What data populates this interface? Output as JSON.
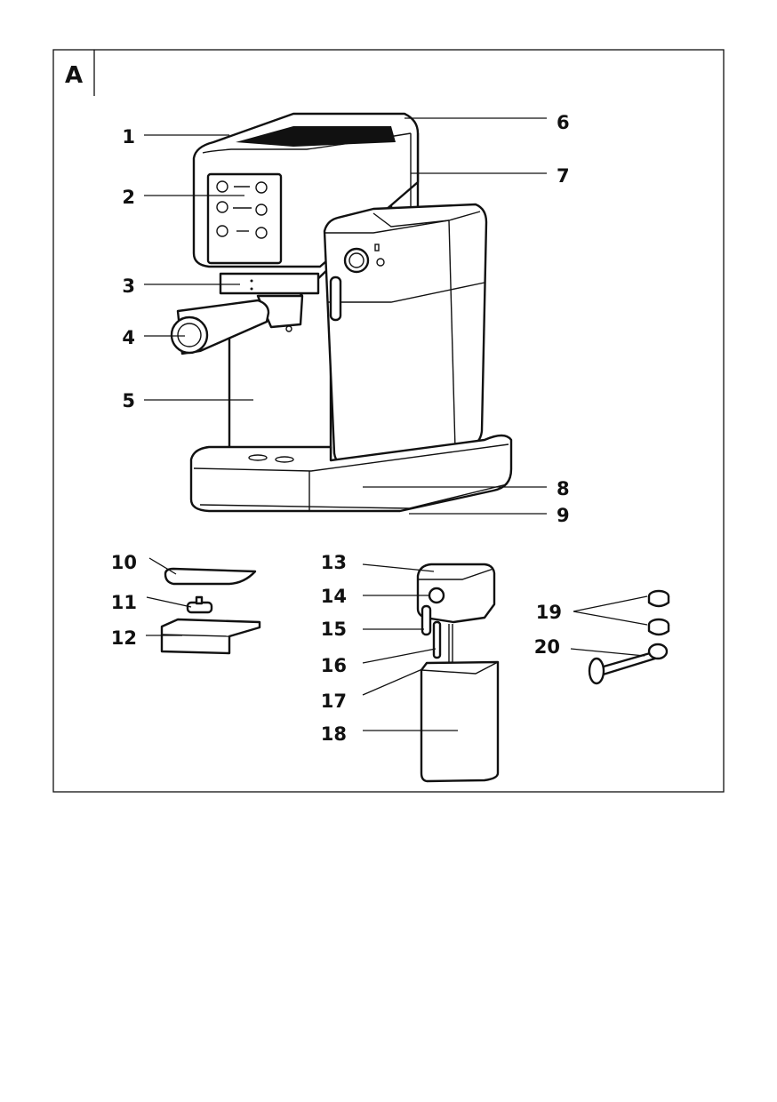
{
  "figure": {
    "panel_label": "A",
    "callouts": [
      "1",
      "2",
      "3",
      "4",
      "5",
      "6",
      "7",
      "8",
      "9",
      "10",
      "11",
      "12",
      "13",
      "14",
      "15",
      "16",
      "17",
      "18",
      "19",
      "20"
    ]
  }
}
